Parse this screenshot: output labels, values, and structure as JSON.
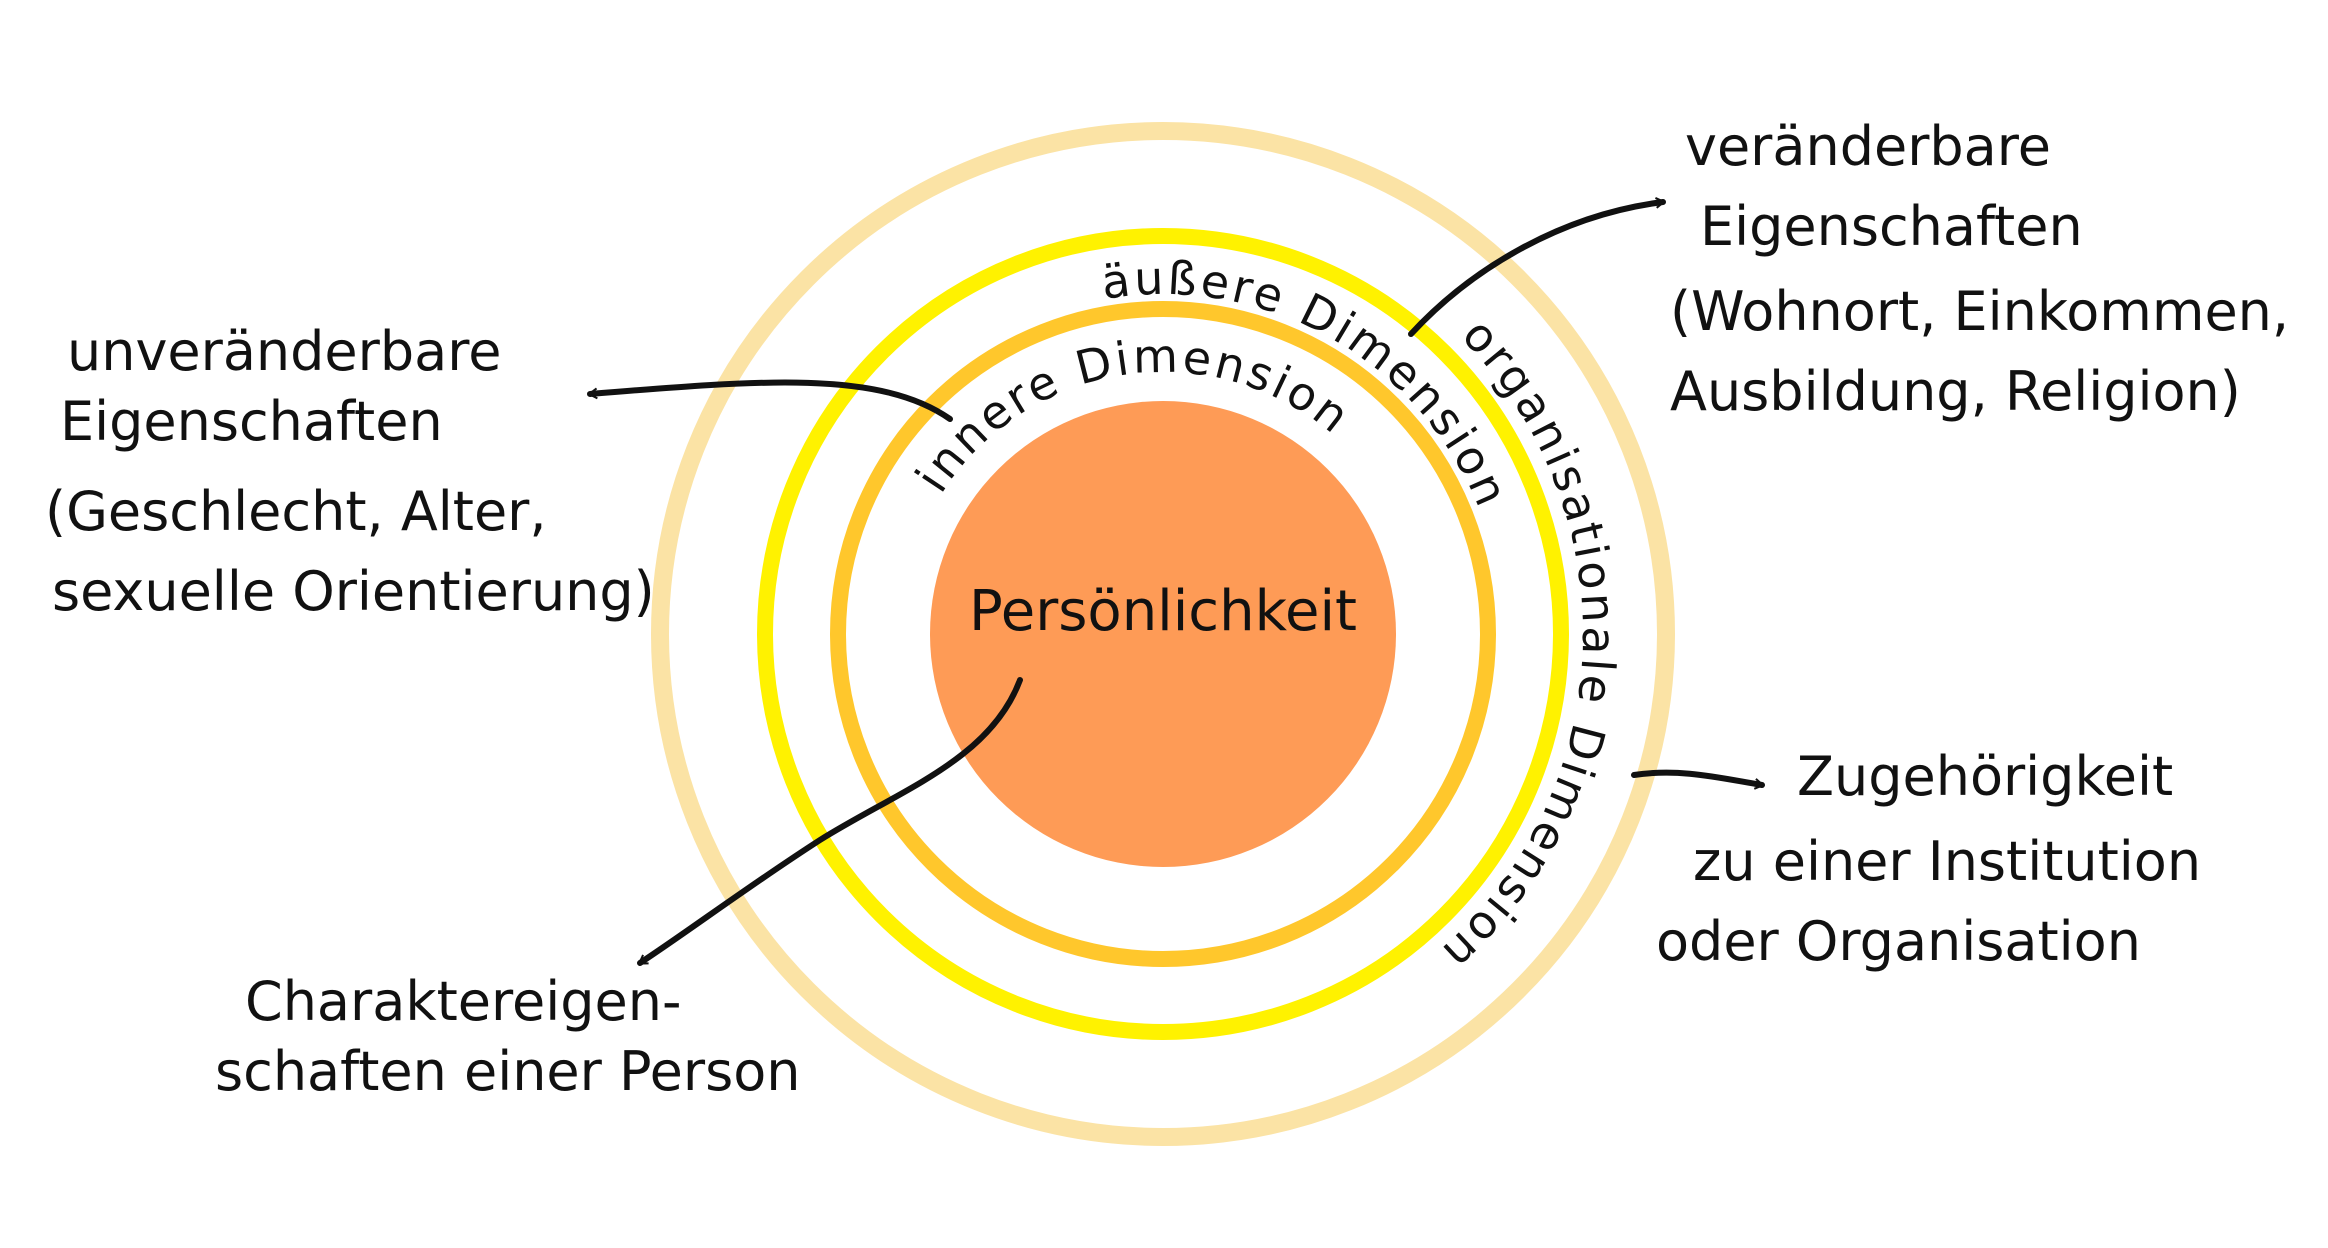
{
  "colors": {
    "core": "#FE9B56",
    "inner_ring": "#FFC72C",
    "outer_ring": "#FFF200",
    "organisational_ring": "#FBE3A5",
    "ink": "#111111"
  },
  "center": {
    "label": "Persönlichkeit"
  },
  "rings": {
    "inner": "innere Dimension",
    "outer": "äußere Dimension",
    "organisational": "organisationale Dimension"
  },
  "annotations": {
    "unchangeable": {
      "lines": [
        "unveränderbare",
        "Eigenschaften",
        "(Geschlecht, Alter,",
        "sexuelle Orientierung)"
      ]
    },
    "changeable": {
      "lines": [
        "veränderbare",
        "Eigenschaften",
        "(Wohnort, Einkommen,",
        "Ausbildung, Religion)"
      ]
    },
    "character": {
      "lines": [
        "Charaktereigen-",
        "schaften einer Person"
      ]
    },
    "membership": {
      "lines": [
        "Zugehörigkeit",
        "zu einer Institution",
        "oder Organisation"
      ]
    }
  }
}
